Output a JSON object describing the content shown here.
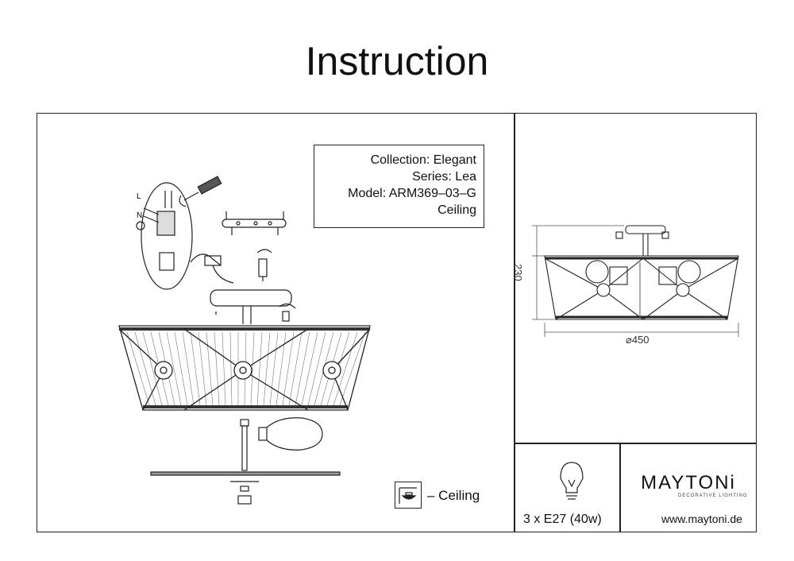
{
  "title": "Instruction",
  "info": {
    "collection": "Collection: Elegant",
    "series": "Series: Lea",
    "model": "Model: ARM369–03–G",
    "type": "Ceiling"
  },
  "legend": {
    "ceiling": "– Ceiling"
  },
  "lamp": {
    "spec": "3 x E27 (40w)"
  },
  "brand": {
    "name": "MAYTONi",
    "tagline": "DECORATIVE LIGHTING",
    "website": "www.maytoni.de"
  },
  "dimensions": {
    "height": "230",
    "diameter": "⌀450"
  },
  "wiring": {
    "label_l": "L",
    "label_n": "N"
  }
}
